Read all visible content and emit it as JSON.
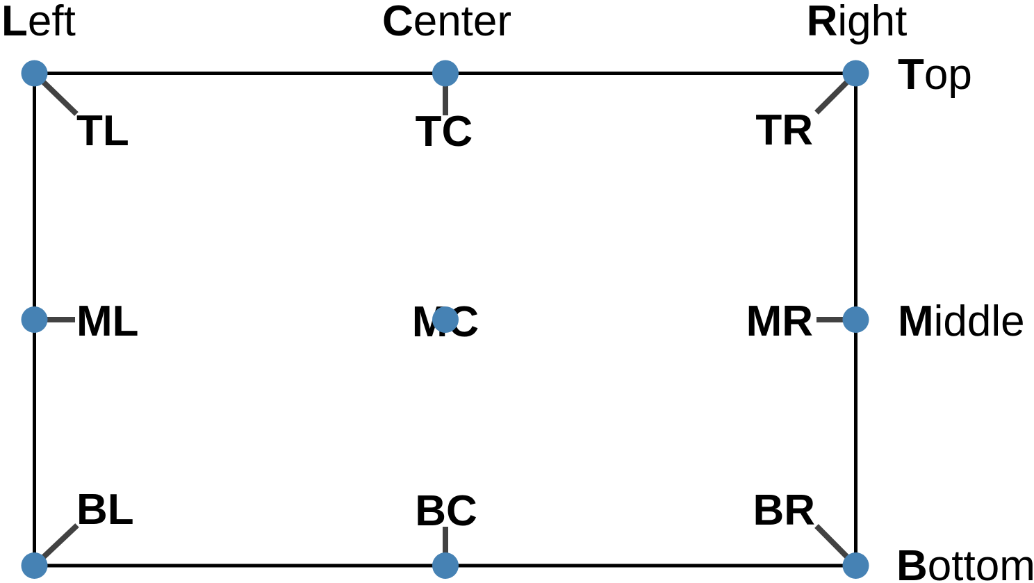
{
  "diagram": {
    "colors": {
      "box": "#000000",
      "leader": "#424242",
      "dot": "#4682B4",
      "text": "#000000",
      "bg": "#ffffff"
    },
    "edge_labels": {
      "left": {
        "bold": "L",
        "rest": "eft"
      },
      "center": {
        "bold": "C",
        "rest": "enter"
      },
      "right": {
        "bold": "R",
        "rest": "ight"
      },
      "top": {
        "bold": "T",
        "rest": "op"
      },
      "middle": {
        "bold": "M",
        "rest": "iddle"
      },
      "bottom": {
        "bold": "B",
        "rest": "ottom"
      }
    },
    "anchor_labels": {
      "tl": "TL",
      "tc": "TC",
      "tr": "TR",
      "ml": "ML",
      "mc": "MC",
      "mr": "MR",
      "bl": "BL",
      "bc": "BC",
      "br": "BR"
    }
  }
}
